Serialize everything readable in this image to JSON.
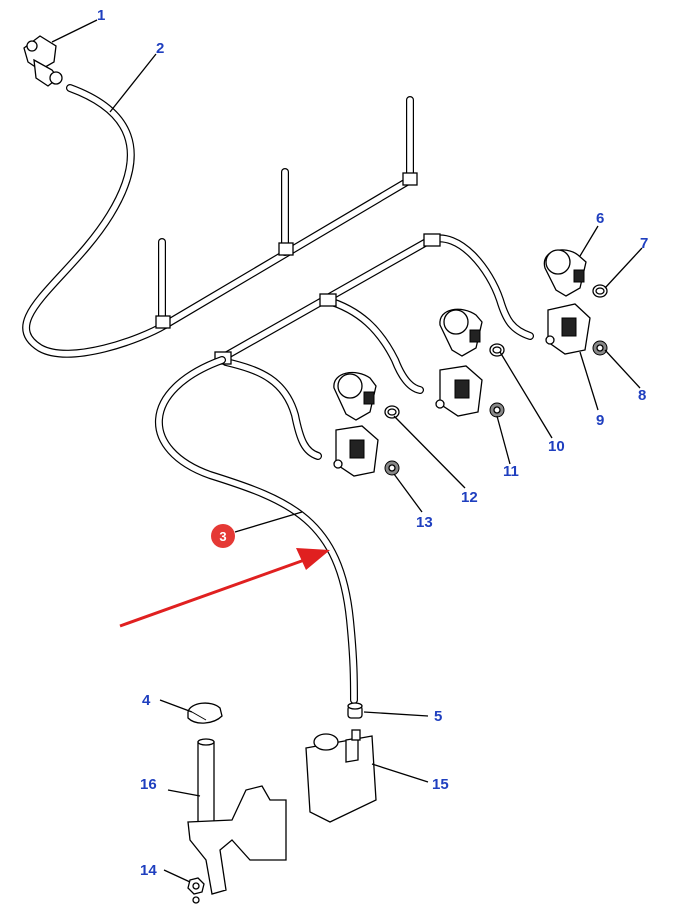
{
  "diagram": {
    "callouts": [
      "1",
      "2",
      "3",
      "4",
      "5",
      "6",
      "7",
      "8",
      "9",
      "10",
      "11",
      "12",
      "13",
      "14",
      "15",
      "16"
    ],
    "highlighted_callout": "3",
    "colors": {
      "callout_text": "#1f3fbf",
      "highlight_badge": "#e53935",
      "arrow": "#e02020",
      "line_art": "#000000"
    }
  }
}
